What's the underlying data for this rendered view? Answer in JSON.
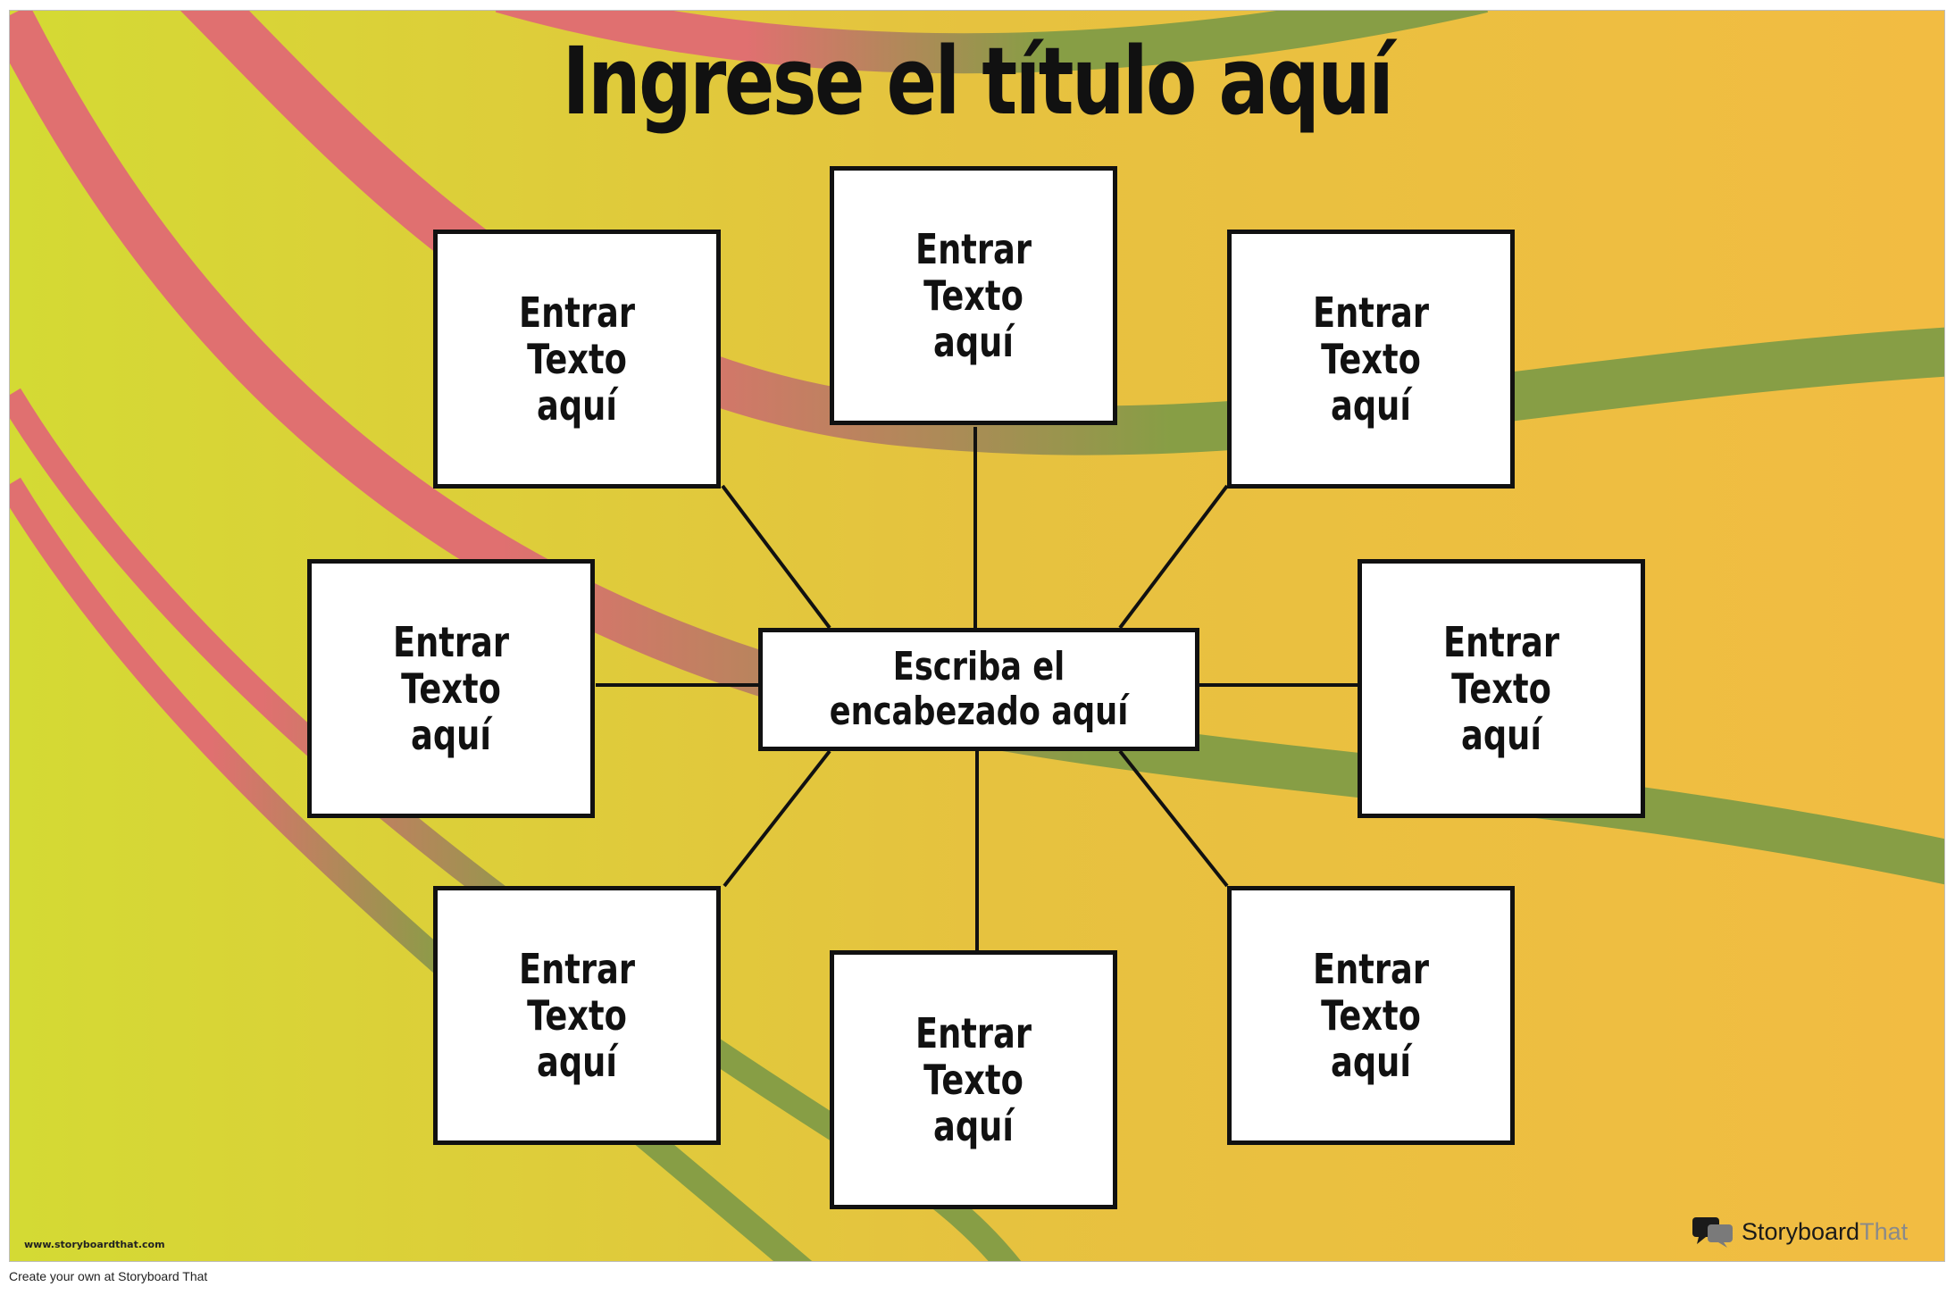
{
  "poster": {
    "title": "Ingrese el título aquí",
    "center_text": "Escriba el encabezado aquí",
    "boxes": [
      "Entrar Texto aquí",
      "Entrar Texto aquí",
      "Entrar Texto aquí",
      "Entrar Texto aquí",
      "Entrar Texto aquí",
      "Entrar Texto aquí",
      "Entrar Texto aquí",
      "Entrar Texto aquí"
    ],
    "website": "www.storyboardthat.com",
    "logo": {
      "name_bold": "Storyboard",
      "name_light": "That",
      "icon": "speech-bubbles-icon"
    }
  },
  "footer": {
    "text": "Create your own at Storyboard That"
  },
  "colors": {
    "gradient_left": "#D4DA34",
    "gradient_mid": "#E6C23F",
    "gradient_right": "#F2BC42",
    "stripe_red": "#E07070",
    "stripe_green": "#879E45",
    "box_border": "#111111"
  }
}
